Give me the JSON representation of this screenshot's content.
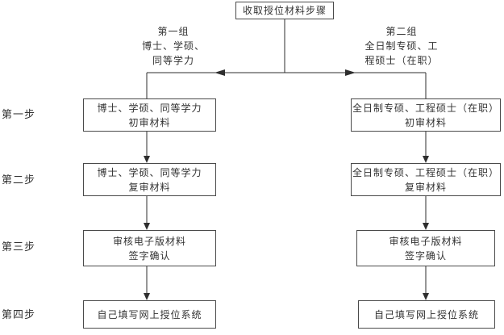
{
  "title_box": "收取授位材料步骤",
  "groups": {
    "left": {
      "lines": [
        "第一组",
        "博士、学硕、",
        "同等学力"
      ]
    },
    "right": {
      "lines": [
        "第二组",
        "全日制专硕、工",
        "程硕士（在职）"
      ]
    }
  },
  "steps": [
    "第一步",
    "第二步",
    "第三步",
    "第四步"
  ],
  "left_column": {
    "box1": {
      "line1": "博士、学硕、同等学力",
      "line2": "初审材料"
    },
    "box2": {
      "line1": "博士、学硕、同等学力",
      "line2": "复审材料"
    },
    "box3": {
      "line1": "审核电子版材料",
      "line2": "签字确认"
    },
    "box4": {
      "line1": "自己填写网上授位系统"
    }
  },
  "right_column": {
    "box1": {
      "line1": "全日制专硕、工程硕士（在职）",
      "line2": "初审材料"
    },
    "box2": {
      "line1": "全日制专硕、工程硕士（在职）",
      "line2": "复审材料"
    },
    "box3": {
      "line1": "审核电子版材料",
      "line2": "签字确认"
    },
    "box4": {
      "line1": "自己填写网上授位系统"
    }
  },
  "colors": {
    "line": "#2e2e2e",
    "box_border": "#4a4a4a",
    "background": "#ffffff",
    "text": "#333333"
  }
}
